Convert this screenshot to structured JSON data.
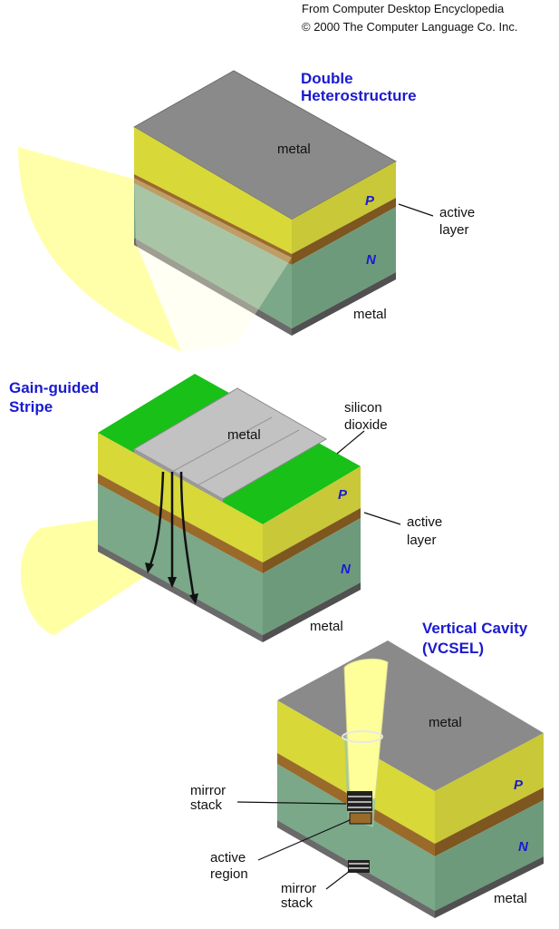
{
  "credit": {
    "line1": "From Computer Desktop Encyclopedia",
    "line2": "© 2000 The Computer Language Co. Inc."
  },
  "double_heterostructure": {
    "title_line1": "Double",
    "title_line2": "Heterostructure",
    "metal_top": "metal",
    "p_label": "P",
    "n_label": "N",
    "active_line1": "active",
    "active_line2": "layer",
    "metal_bottom": "metal"
  },
  "gain_guided": {
    "title_line1": "Gain-guided",
    "title_line2": "Stripe",
    "metal_top": "metal",
    "silicon_line1": "silicon",
    "silicon_line2": "dioxide",
    "p_label": "P",
    "n_label": "N",
    "active_line1": "active",
    "active_line2": "layer",
    "metal_bottom": "metal"
  },
  "vcsel": {
    "title_line1": "Vertical Cavity",
    "title_line2": "(VCSEL)",
    "metal_top": "metal",
    "p_label": "P",
    "n_label": "N",
    "mirror_top_line1": "mirror",
    "mirror_top_line2": "stack",
    "active_line1": "active",
    "active_line2": "region",
    "mirror_bottom_line1": "mirror",
    "mirror_bottom_line2": "stack",
    "metal_bottom": "metal"
  },
  "colors": {
    "metal": "#8a8a8a",
    "p_layer": "#d8d838",
    "active_layer": "#9a6a2a",
    "n_layer": "#6e9a7c",
    "oxide": "#18c018",
    "light": "#ffff9a",
    "label_blue": "#1a1ad0"
  }
}
